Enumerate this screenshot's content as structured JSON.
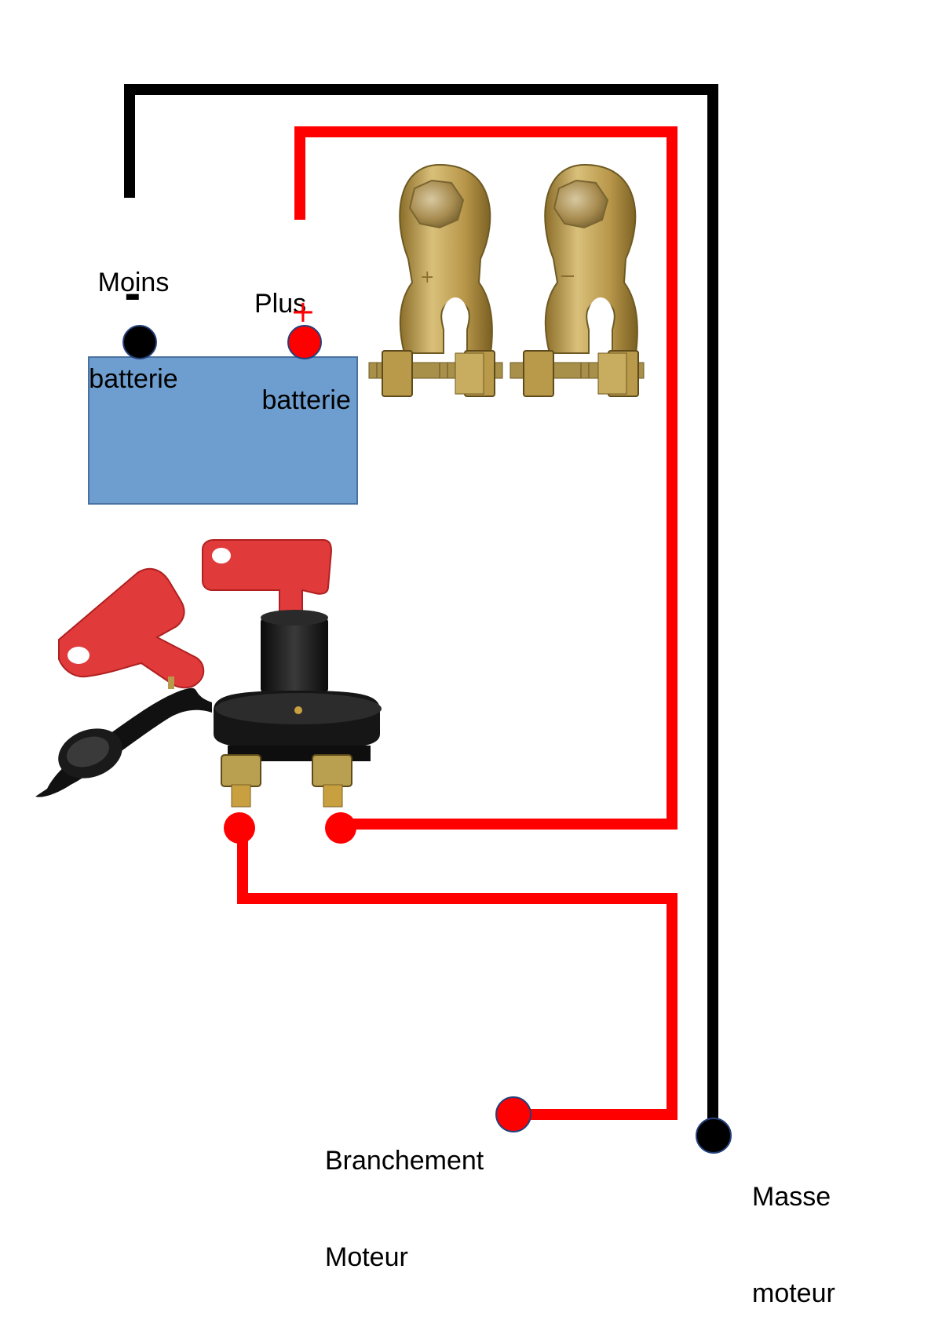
{
  "labels": {
    "moins_batterie_line1": "Moins",
    "moins_batterie_line2": "batterie",
    "plus_batterie_line1": "Plus",
    "plus_batterie_line2": " batterie",
    "minus_sign": "-",
    "plus_sign": "+",
    "branchement_line1": "Branchement",
    "branchement_line2": "Moteur",
    "masse_line1": "Masse",
    "masse_line2": "moteur"
  },
  "terminal_marks": {
    "positive": "+",
    "negative": "−"
  },
  "colors": {
    "positive_wire": "#ff0000",
    "negative_wire": "#000000",
    "battery_fill": "#6e9ecf",
    "battery_border": "#4a72a0",
    "key_red": "#e03a3a",
    "switch_body": "#1a1a1a",
    "brass": "#b89a4a"
  },
  "icons": [
    "battery-icon",
    "battery-terminal-clamp-icon",
    "battery-disconnect-switch-icon",
    "switch-key-icon",
    "dust-cap-icon"
  ]
}
